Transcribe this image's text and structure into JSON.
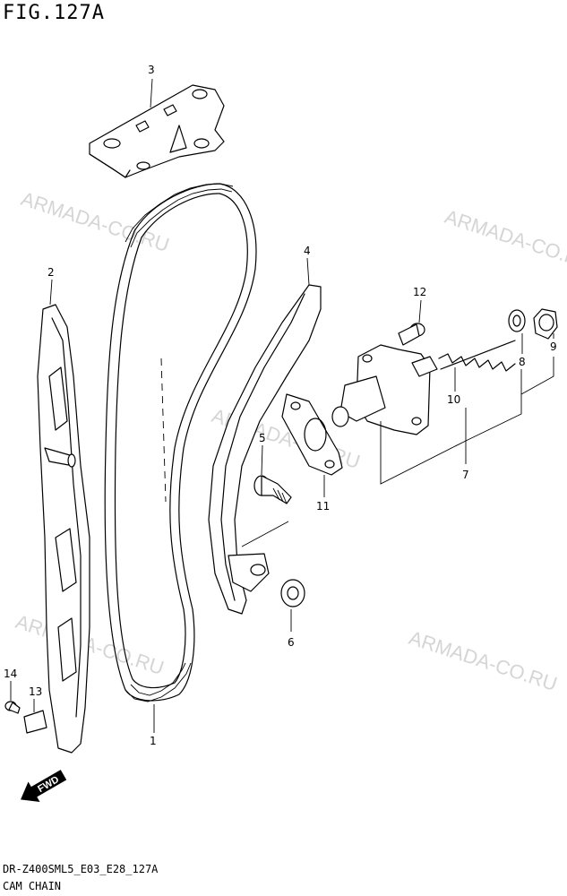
{
  "figure": {
    "title": "FIG.127A",
    "footer_code": "DR-Z400SML5_E03_E28_127A",
    "footer_name": "CAM CHAIN"
  },
  "watermark": "ARMADA-CO.RU",
  "fwd_label": "FWD",
  "callouts": [
    "1",
    "2",
    "3",
    "4",
    "5",
    "6",
    "7",
    "8",
    "9",
    "10",
    "11",
    "12",
    "13",
    "14"
  ]
}
